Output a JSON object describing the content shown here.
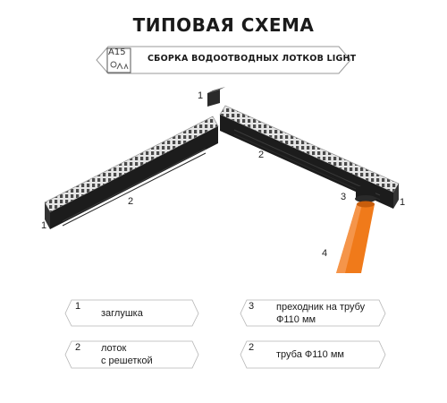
{
  "title": "ТИПОВАЯ СХЕМА",
  "badge": {
    "class_label": "A15"
  },
  "subtitle": "СБОРКА ВОДООТВОДНЫХ ЛОТКОВ LIGHT",
  "callouts": {
    "plug_top": "1",
    "channel_right": "2",
    "channel_left": "2",
    "plug_left": "1",
    "adapter": "3",
    "plug_right": "1",
    "pipe": "4"
  },
  "legend": [
    {
      "num": "1",
      "text": "заглушка"
    },
    {
      "num": "3",
      "text_line1": "преходник на трубу",
      "text_line2": "Ф110 мм"
    },
    {
      "num": "2",
      "text_line1": "лоток",
      "text_line2": "с решеткой"
    },
    {
      "num": "2",
      "text": "труба Ф110 мм"
    }
  ],
  "colors": {
    "grate": "#d9d9d9",
    "channel": "#1c1c1c",
    "pipe": "#f07a1a",
    "frame": "#8a8a8a"
  }
}
